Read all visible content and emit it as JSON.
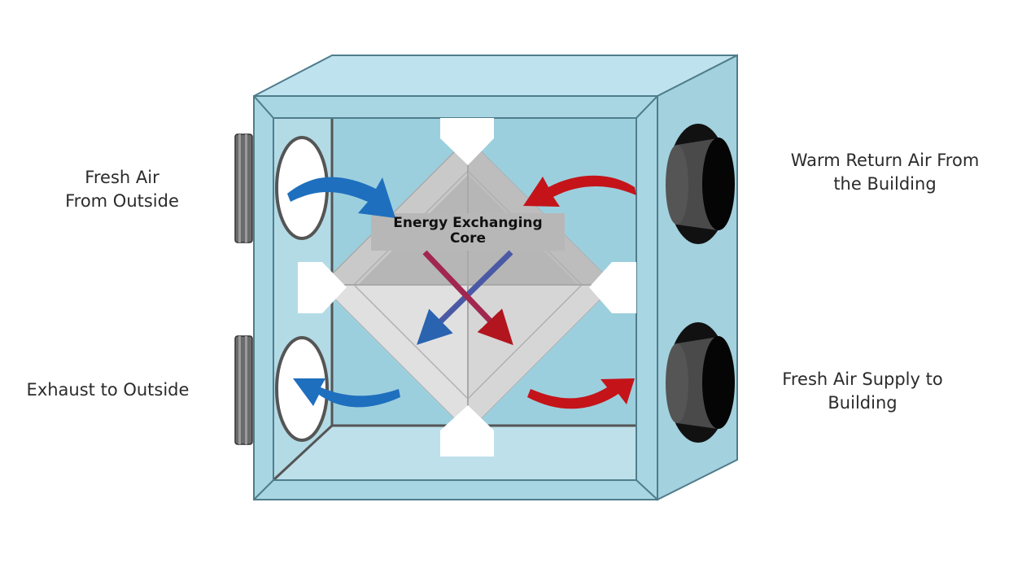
{
  "labels": {
    "fresh_air_in": [
      "Fresh Air",
      "From Outside"
    ],
    "exhaust_out": [
      "Exhaust to Outside"
    ],
    "warm_return": [
      "Warm Return Air From",
      "the Building"
    ],
    "fresh_supply": [
      "Fresh Air Supply to",
      "Building"
    ],
    "core": [
      "Energy Exchanging",
      "Core"
    ]
  },
  "colors": {
    "cabinet": "#a9d6e3",
    "cabinet_top": "#bfe3ee",
    "cabinet_side": "#a3d1de",
    "cabinet_outline": "#4f7d8c",
    "core": "#c9c9c9",
    "core_label_bg": "#b7b7b7",
    "cold_arrow": "#1f6fbf",
    "warm_arrow": "#c4141a",
    "port_dark": "#4a4a4a"
  },
  "icons": {
    "cold_air_arrow": "curved-arrow-blue",
    "warm_air_arrow": "curved-arrow-red"
  }
}
